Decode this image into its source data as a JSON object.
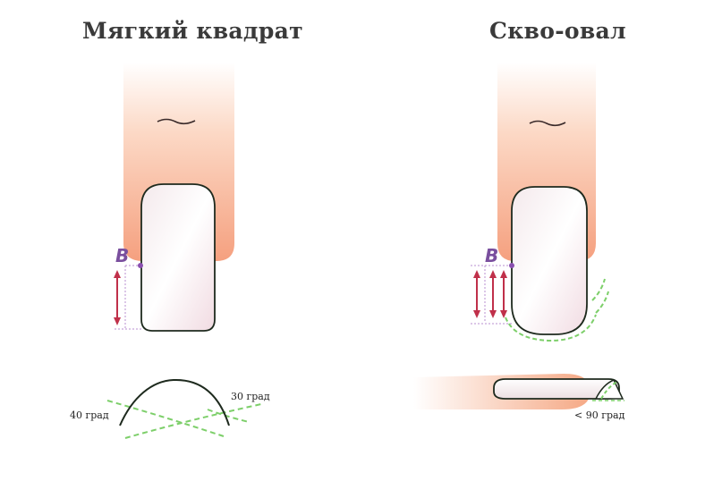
{
  "titles": {
    "left": "Мягкий квадрат",
    "right": "Скво-овал"
  },
  "labels": {
    "b_left": "B",
    "b_right": "B",
    "angle_40": "40 град",
    "angle_30": "30 град",
    "angle_90": "< 90 град"
  },
  "colors": {
    "skin_top": "#ffffff",
    "skin_bottom": "#f5a07f",
    "nail_fill": "#f6eef0",
    "outline": "#1e2a1e",
    "arrow": "#c0304a",
    "guide_green": "#7dcf6a",
    "point": "#8a4fb0"
  }
}
